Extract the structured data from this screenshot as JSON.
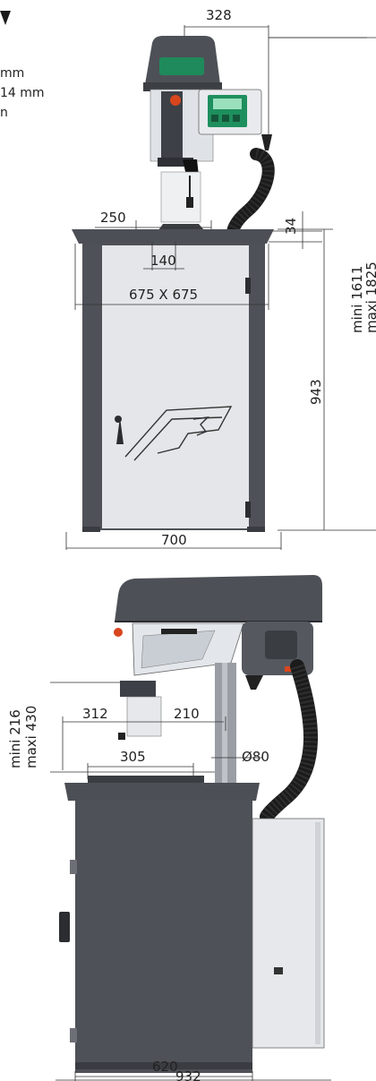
{
  "partial_specs": [
    "mm",
    "14 mm",
    "n"
  ],
  "front_view": {
    "top_width": "328",
    "head_diameter": "250",
    "base_plate_offset": "34",
    "spindle_range": "140",
    "table_size": "675 X 675",
    "height_min": "mini 1611",
    "height_max": "maxi 1825",
    "cabinet_height": "943",
    "cabinet_width": "700"
  },
  "side_view": {
    "stroke_min": "mini 216",
    "stroke_max": "maxi 430",
    "reach_left": "312",
    "reach_right": "210",
    "column_diameter": "Ø80",
    "table_depth": "305",
    "base_depth": "620",
    "overall_depth": "932"
  },
  "colors": {
    "cabinet_body": "#4e5157",
    "door_panel": "#e4e6e9",
    "head_cover": "#55595f",
    "accent_green": "#1f8a5c",
    "accent_red": "#d8461e",
    "hose": "#1b1b1b"
  }
}
